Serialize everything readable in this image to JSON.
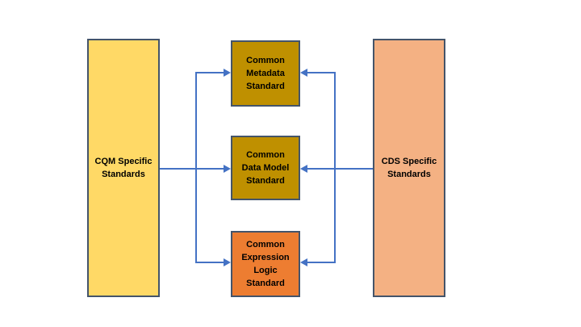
{
  "diagram": {
    "type": "flow-diagram",
    "nodes": {
      "cqm": {
        "label": "CQM Specific\nStandards",
        "fill": "#FFD966"
      },
      "cds": {
        "label": "CDS Specific\nStandards",
        "fill": "#F4B183"
      },
      "metadata": {
        "label": "Common\nMetadata\nStandard",
        "fill": "#BF9000"
      },
      "data_model": {
        "label": "Common\nData Model\nStandard",
        "fill": "#BF9000"
      },
      "expression_logic": {
        "label": "Common\nExpression\nLogic\nStandard",
        "fill": "#ED7D31"
      }
    },
    "connections": [
      {
        "from": "cqm",
        "to": "metadata"
      },
      {
        "from": "cqm",
        "to": "data_model"
      },
      {
        "from": "cqm",
        "to": "expression_logic"
      },
      {
        "from": "cds",
        "to": "metadata"
      },
      {
        "from": "cds",
        "to": "data_model"
      },
      {
        "from": "cds",
        "to": "expression_logic"
      }
    ],
    "colors": {
      "node_border": "#44546A",
      "connector": "#4472C4",
      "background": "#FFFFFF",
      "text": "#000000"
    }
  }
}
